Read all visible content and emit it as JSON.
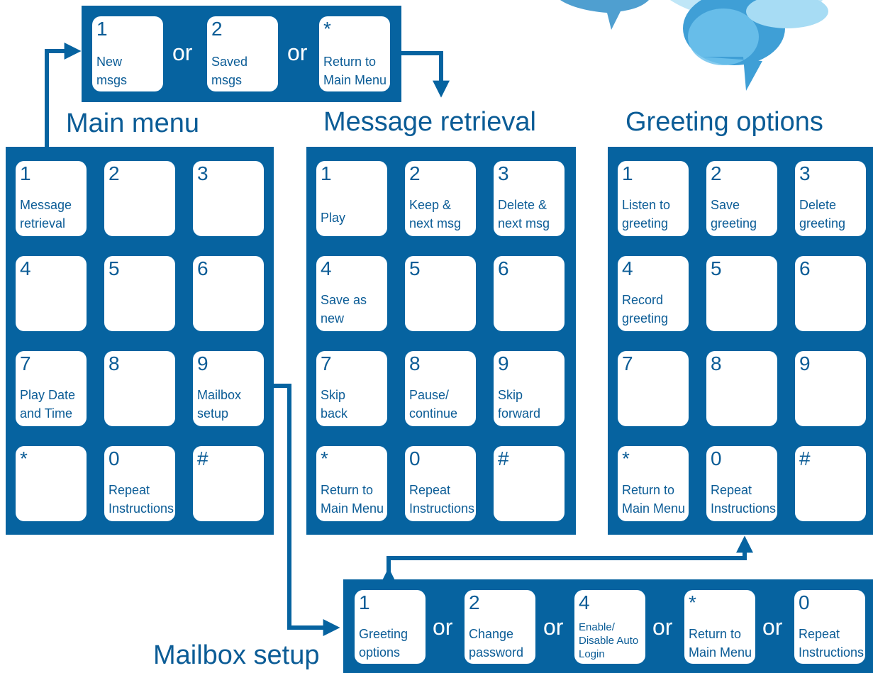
{
  "colors": {
    "panel": "#0663a0",
    "text": "#0b5c96",
    "key_bg": "#ffffff",
    "bubble_light": "#a9dcf3",
    "bubble_mid": "#5bb4e3",
    "bubble_dark": "#2c88c4"
  },
  "submenu": {
    "keys": [
      {
        "num": "1",
        "label": [
          "New",
          "msgs"
        ]
      },
      {
        "num": "2",
        "label": [
          "Saved",
          "msgs"
        ]
      },
      {
        "num": "*",
        "label": [
          "Return to",
          "Main Menu"
        ]
      }
    ],
    "or_text": "or"
  },
  "main_menu": {
    "title": "Main menu",
    "keys": [
      {
        "num": "1",
        "label": [
          "Message",
          "retrieval"
        ]
      },
      {
        "num": "2",
        "label": []
      },
      {
        "num": "3",
        "label": []
      },
      {
        "num": "4",
        "label": []
      },
      {
        "num": "5",
        "label": []
      },
      {
        "num": "6",
        "label": []
      },
      {
        "num": "7",
        "label": [
          "Play Date",
          "and Time"
        ]
      },
      {
        "num": "8",
        "label": []
      },
      {
        "num": "9",
        "label": [
          "Mailbox",
          "setup"
        ]
      },
      {
        "num": "*",
        "label": []
      },
      {
        "num": "0",
        "label": [
          "Repeat",
          "Instructions"
        ]
      },
      {
        "num": "#",
        "label": []
      }
    ]
  },
  "message_retrieval": {
    "title": "Message retrieval",
    "keys": [
      {
        "num": "1",
        "label": [
          "Play"
        ]
      },
      {
        "num": "2",
        "label": [
          "Keep &",
          "next msg"
        ]
      },
      {
        "num": "3",
        "label": [
          "Delete &",
          "next msg"
        ]
      },
      {
        "num": "4",
        "label": [
          "Save as",
          "new"
        ]
      },
      {
        "num": "5",
        "label": []
      },
      {
        "num": "6",
        "label": []
      },
      {
        "num": "7",
        "label": [
          "Skip",
          "back"
        ]
      },
      {
        "num": "8",
        "label": [
          "Pause/",
          "continue"
        ]
      },
      {
        "num": "9",
        "label": [
          "Skip",
          "forward"
        ]
      },
      {
        "num": "*",
        "label": [
          "Return to",
          "Main Menu"
        ]
      },
      {
        "num": "0",
        "label": [
          "Repeat",
          "Instructions"
        ]
      },
      {
        "num": "#",
        "label": []
      }
    ]
  },
  "greeting_options": {
    "title": "Greeting options",
    "keys": [
      {
        "num": "1",
        "label": [
          "Listen to",
          "greeting"
        ]
      },
      {
        "num": "2",
        "label": [
          "Save",
          "greeting"
        ]
      },
      {
        "num": "3",
        "label": [
          "Delete",
          "greeting"
        ]
      },
      {
        "num": "4",
        "label": [
          "Record",
          "greeting"
        ]
      },
      {
        "num": "5",
        "label": []
      },
      {
        "num": "6",
        "label": []
      },
      {
        "num": "7",
        "label": []
      },
      {
        "num": "8",
        "label": []
      },
      {
        "num": "9",
        "label": []
      },
      {
        "num": "*",
        "label": [
          "Return to",
          "Main Menu"
        ]
      },
      {
        "num": "0",
        "label": [
          "Repeat",
          "Instructions"
        ]
      },
      {
        "num": "#",
        "label": []
      }
    ]
  },
  "mailbox_setup": {
    "title": "Mailbox setup",
    "keys": [
      {
        "num": "1",
        "label": [
          "Greeting",
          "options"
        ]
      },
      {
        "num": "2",
        "label": [
          "Change",
          "password"
        ]
      },
      {
        "num": "4",
        "label": [
          "Enable/",
          "Disable Auto",
          "Login"
        ]
      },
      {
        "num": "*",
        "label": [
          "Return to",
          "Main Menu"
        ]
      },
      {
        "num": "0",
        "label": [
          "Repeat",
          "Instructions"
        ]
      }
    ],
    "or_text": "or"
  }
}
